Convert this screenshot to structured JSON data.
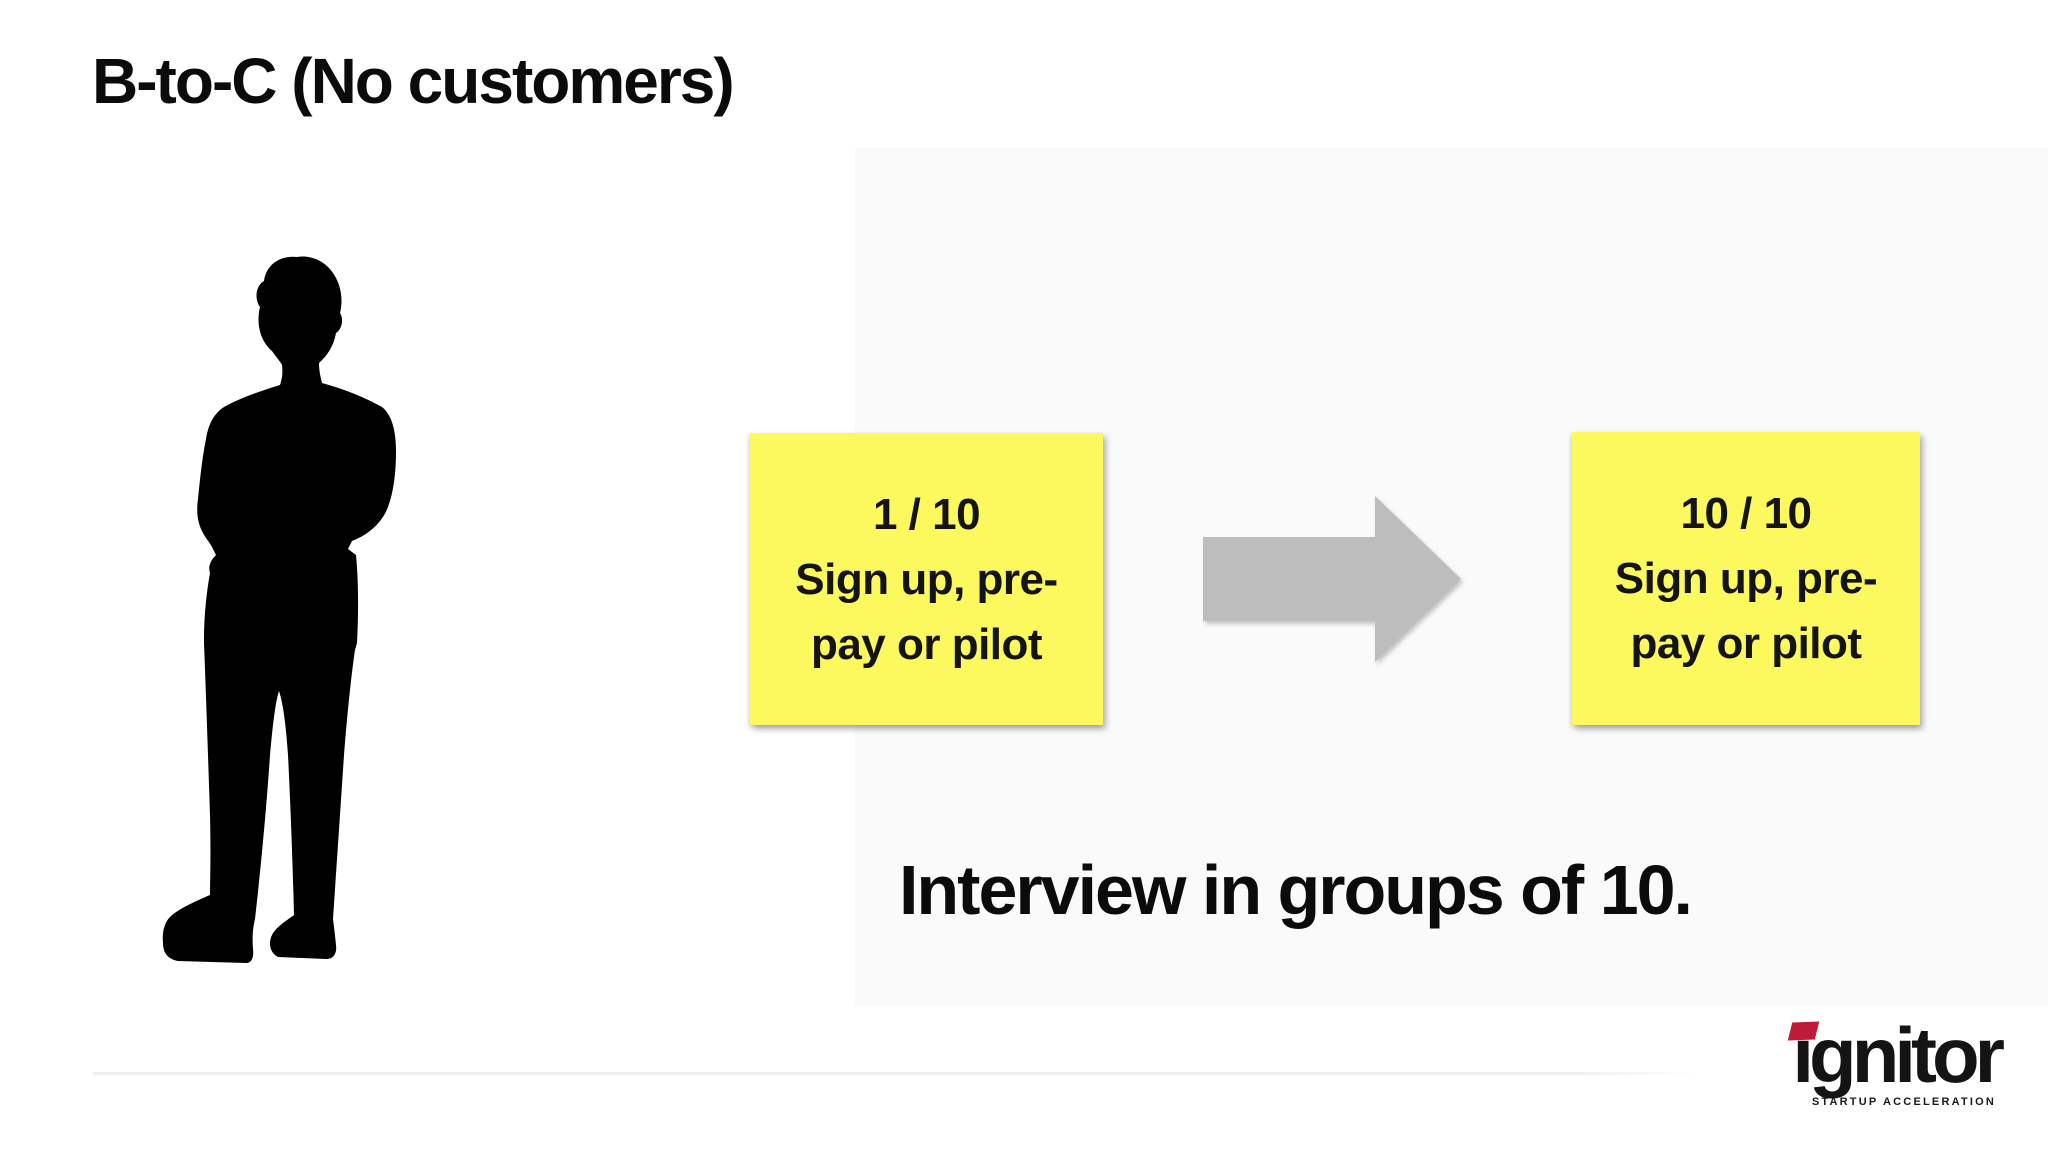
{
  "slide": {
    "title": "B-to-C (No customers)",
    "background_color": "#ffffff",
    "panel_color": "#fafafa"
  },
  "icons": {
    "person": "person-silhouette-icon",
    "arrow": "arrow-right-icon"
  },
  "flow": {
    "start_note": {
      "lines": [
        "1 / 10",
        "Sign up, pre-",
        "pay or pilot"
      ],
      "color": "#FBF95D"
    },
    "arrow_color": "#BDBDBD",
    "end_note": {
      "lines": [
        "10 / 10",
        "Sign up, pre-",
        "pay or pilot"
      ],
      "color": "#FBF95D"
    }
  },
  "caption": {
    "text": "Interview in groups of 10."
  },
  "logo": {
    "wordmark": "ignitor",
    "tagline": "STARTUP ACCELERATION",
    "dot_color": "#BE1B38",
    "text_color": "#141414"
  }
}
